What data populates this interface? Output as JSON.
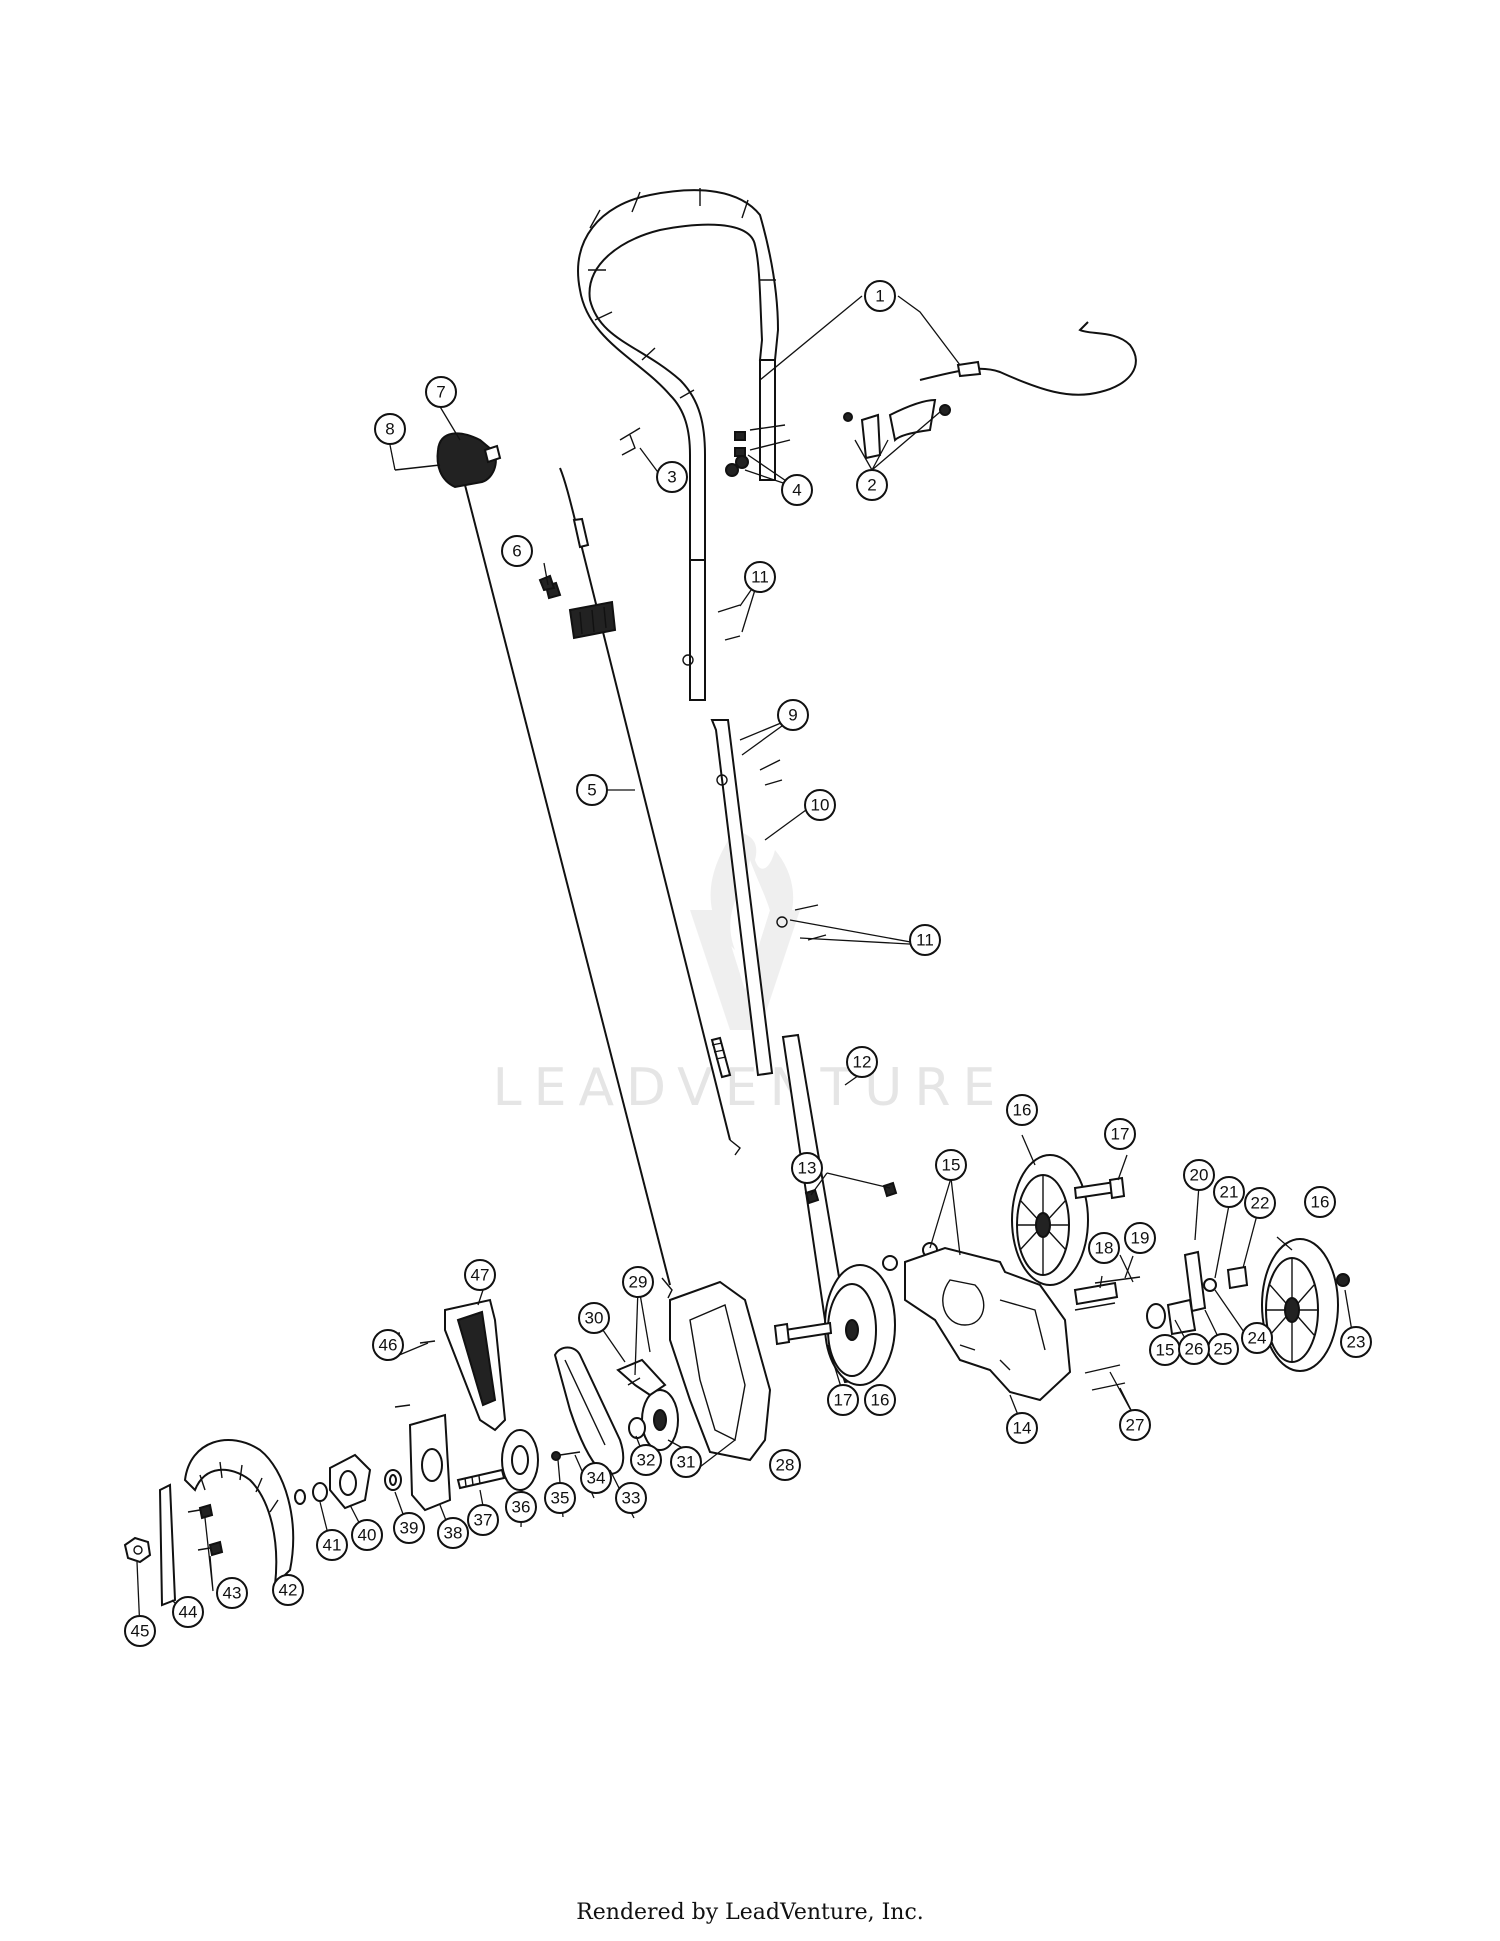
{
  "watermark": {
    "brand": "LEADVENTURE"
  },
  "footer": {
    "credit": "Rendered by LeadVenture, Inc."
  },
  "callouts": [
    "1",
    "2",
    "3",
    "4",
    "5",
    "6",
    "7",
    "8",
    "9",
    "10",
    "11",
    "11",
    "12",
    "13",
    "14",
    "15",
    "15",
    "16",
    "16",
    "16",
    "17",
    "17",
    "18",
    "19",
    "20",
    "21",
    "22",
    "23",
    "24",
    "25",
    "26",
    "27",
    "28",
    "29",
    "30",
    "31",
    "32",
    "33",
    "34",
    "35",
    "36",
    "37",
    "38",
    "39",
    "40",
    "41",
    "42",
    "43",
    "44",
    "45",
    "46",
    "47"
  ]
}
